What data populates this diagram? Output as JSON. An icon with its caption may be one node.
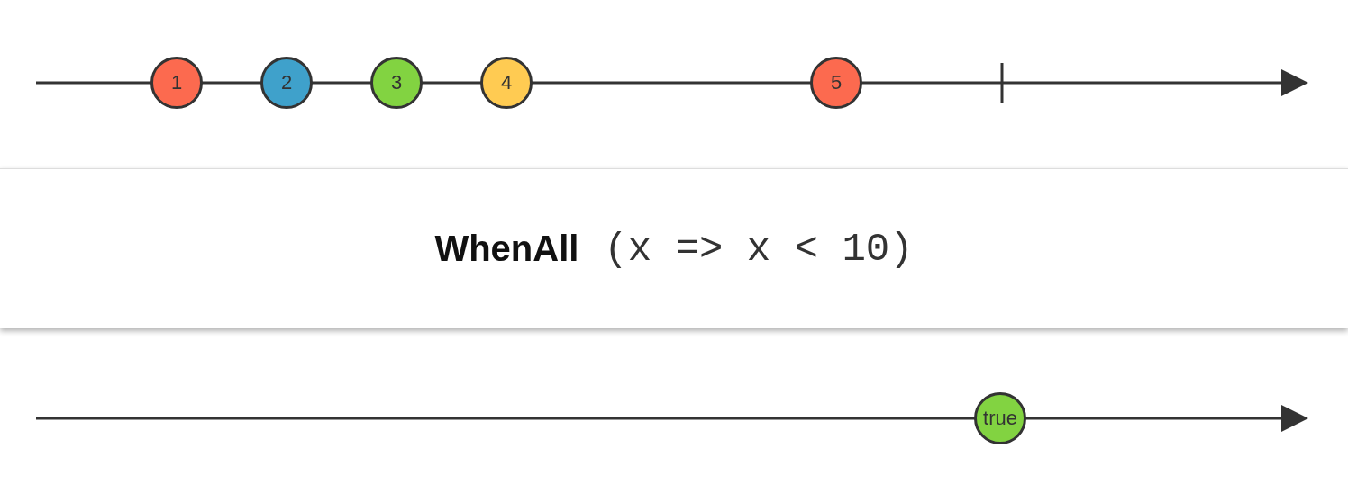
{
  "diagram": {
    "nodes": [
      {
        "text": [
          "1"
        ]
      },
      {
        "text": [
          "2"
        ]
      },
      {
        "text": [
          "3"
        ]
      },
      {
        "text": [
          "4"
        ]
      },
      {
        "text": [
          "5"
        ]
      },
      {
        "text": [
          "WhenAll",
          "(x => x < 10)"
        ]
      },
      {
        "text": [
          "true"
        ]
      }
    ]
  }
}
